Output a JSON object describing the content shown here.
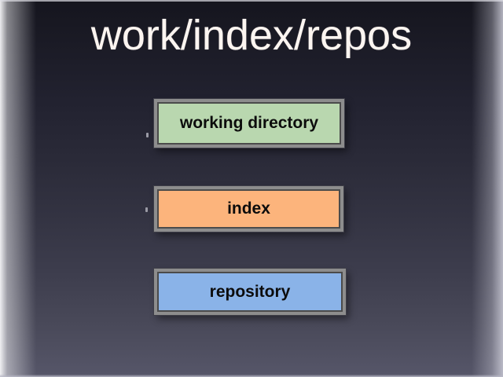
{
  "slide": {
    "title": "work/index/repos",
    "boxes": [
      {
        "id": "working-directory",
        "label": "working directory",
        "fill": "#b9d7af"
      },
      {
        "id": "index",
        "label": "index",
        "fill": "#fcb47c"
      },
      {
        "id": "repository",
        "label": "repository",
        "fill": "#8ab3e8"
      }
    ],
    "colors": {
      "frame": "#8d8d8d",
      "frame_inner_line": "#4b4b4b",
      "label_text": "#0c0c0c",
      "title_text": "#fcf5f1",
      "background_top": "#15151e",
      "background_bottom": "#565669"
    }
  }
}
